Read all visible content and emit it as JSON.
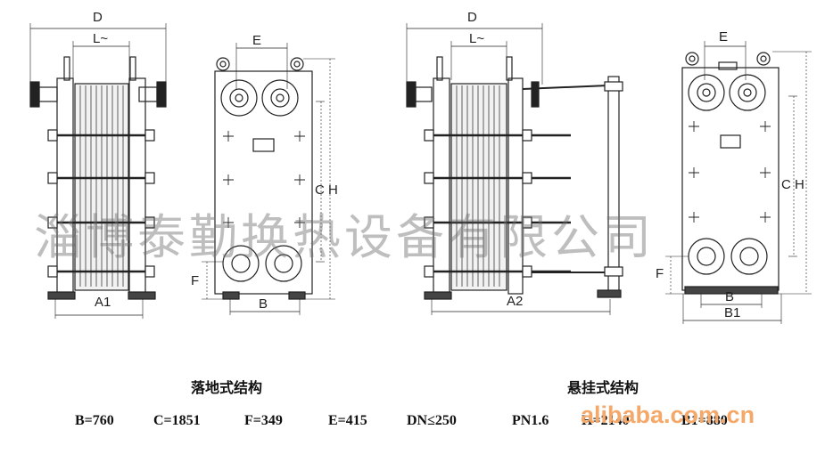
{
  "dimension_labels": {
    "left_D": "D",
    "left_L": "L~",
    "left_E": "E",
    "left_CH": "C H",
    "left_F": "F",
    "left_A": "A1",
    "left_B": "B",
    "right_D": "D",
    "right_L": "L~",
    "right_E": "E",
    "right_CH": "C H",
    "right_F": "F",
    "right_A": "A2",
    "right_B": "B",
    "right_B1": "B1"
  },
  "captions": {
    "floor_type": "落地式结构",
    "suspended_type": "悬挂式结构"
  },
  "specs": [
    "B=760",
    "C=1851",
    "F=349",
    "E=415",
    "DN≤250",
    "PN1.6",
    "H=2140",
    "B1=880"
  ],
  "watermark": "淄博泰勤换热设备有限公司",
  "logo": "alibaba.com.cn"
}
